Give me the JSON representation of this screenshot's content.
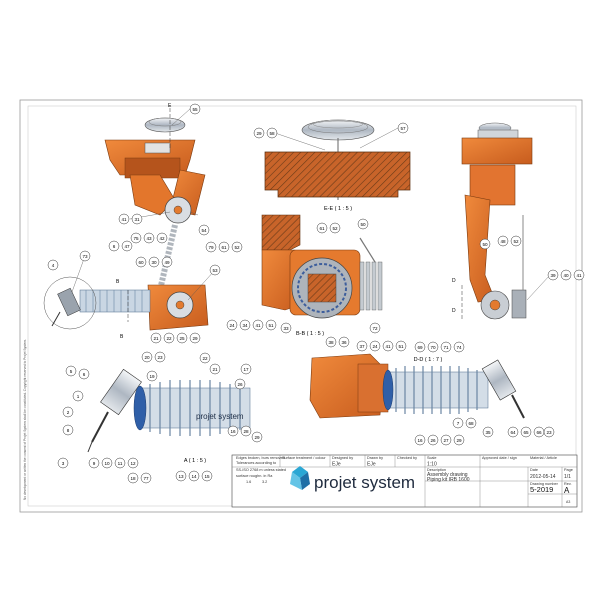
{
  "sheet": {
    "side_note": "No development or written the consent of Projet System shall be constituted. Copyright reserved to Projet System."
  },
  "views": {
    "ee": "E-E ( 1 : 5 )",
    "bb": "B-B ( 1 : 5 )",
    "dd": "D-D ( 1 : 7 )",
    "a": "A ( 1 : 5 )",
    "section_e": "E",
    "section_b": "B",
    "section_d": "D"
  },
  "callouts": {
    "v1": [
      "55",
      "41",
      "31",
      "75",
      "43",
      "42",
      "6",
      "47",
      "54",
      "79",
      "61",
      "52",
      "60",
      "30",
      "49",
      "73",
      "4",
      "53",
      "21",
      "22",
      "25",
      "29"
    ],
    "v2": [
      "29",
      "58",
      "57"
    ],
    "v3": [
      "61",
      "52",
      "50",
      "24",
      "34",
      "41",
      "51",
      "33",
      "38",
      "36",
      "37",
      "24",
      "41",
      "51",
      "72"
    ],
    "v4": [
      "50",
      "48",
      "52",
      "39",
      "40",
      "41"
    ],
    "va": [
      "5",
      "6",
      "1",
      "2",
      "8",
      "3",
      "9",
      "10",
      "11",
      "12",
      "20",
      "23",
      "19",
      "22",
      "21",
      "17",
      "26",
      "18",
      "77",
      "16",
      "28",
      "29",
      "13",
      "14",
      "15"
    ],
    "vd": [
      "69",
      "70",
      "71",
      "74",
      "7",
      "68",
      "35",
      "16",
      "26",
      "27",
      "29",
      "64",
      "65",
      "66",
      "23"
    ]
  },
  "brand": {
    "name": "projet system",
    "small": "projet system"
  },
  "title_block": {
    "notes_h": "Edges broken, burs removed",
    "notes_1": "Tolerances according to",
    "notes_2": "SS-ISO 2768 m unless stated",
    "notes_3": "surface roughn. in Ra",
    "notes_4": "1.6",
    "notes_5": "3.2",
    "surface_h": "Surface treatment / colour",
    "designer_h": "Designed by",
    "designer": "EJe",
    "drawn_h": "Drawn by",
    "drawn": "EJe",
    "checked_h": "Checked by",
    "scale_h": "Scale",
    "scale": "1:10",
    "description_h": "Description",
    "description_1": "Assembly drawing",
    "description_2": "Piping kit IRB 1600",
    "approved_h": "Approved date / sign",
    "material_h": "Material / Article",
    "date_h": "Date",
    "date": "2012-05-14",
    "sheet_h": "Page",
    "sheet": "1/1",
    "number_h": "Drawing number",
    "number": "5-2019",
    "rev_h": "Rev.",
    "rev": "A",
    "format": "A3"
  }
}
